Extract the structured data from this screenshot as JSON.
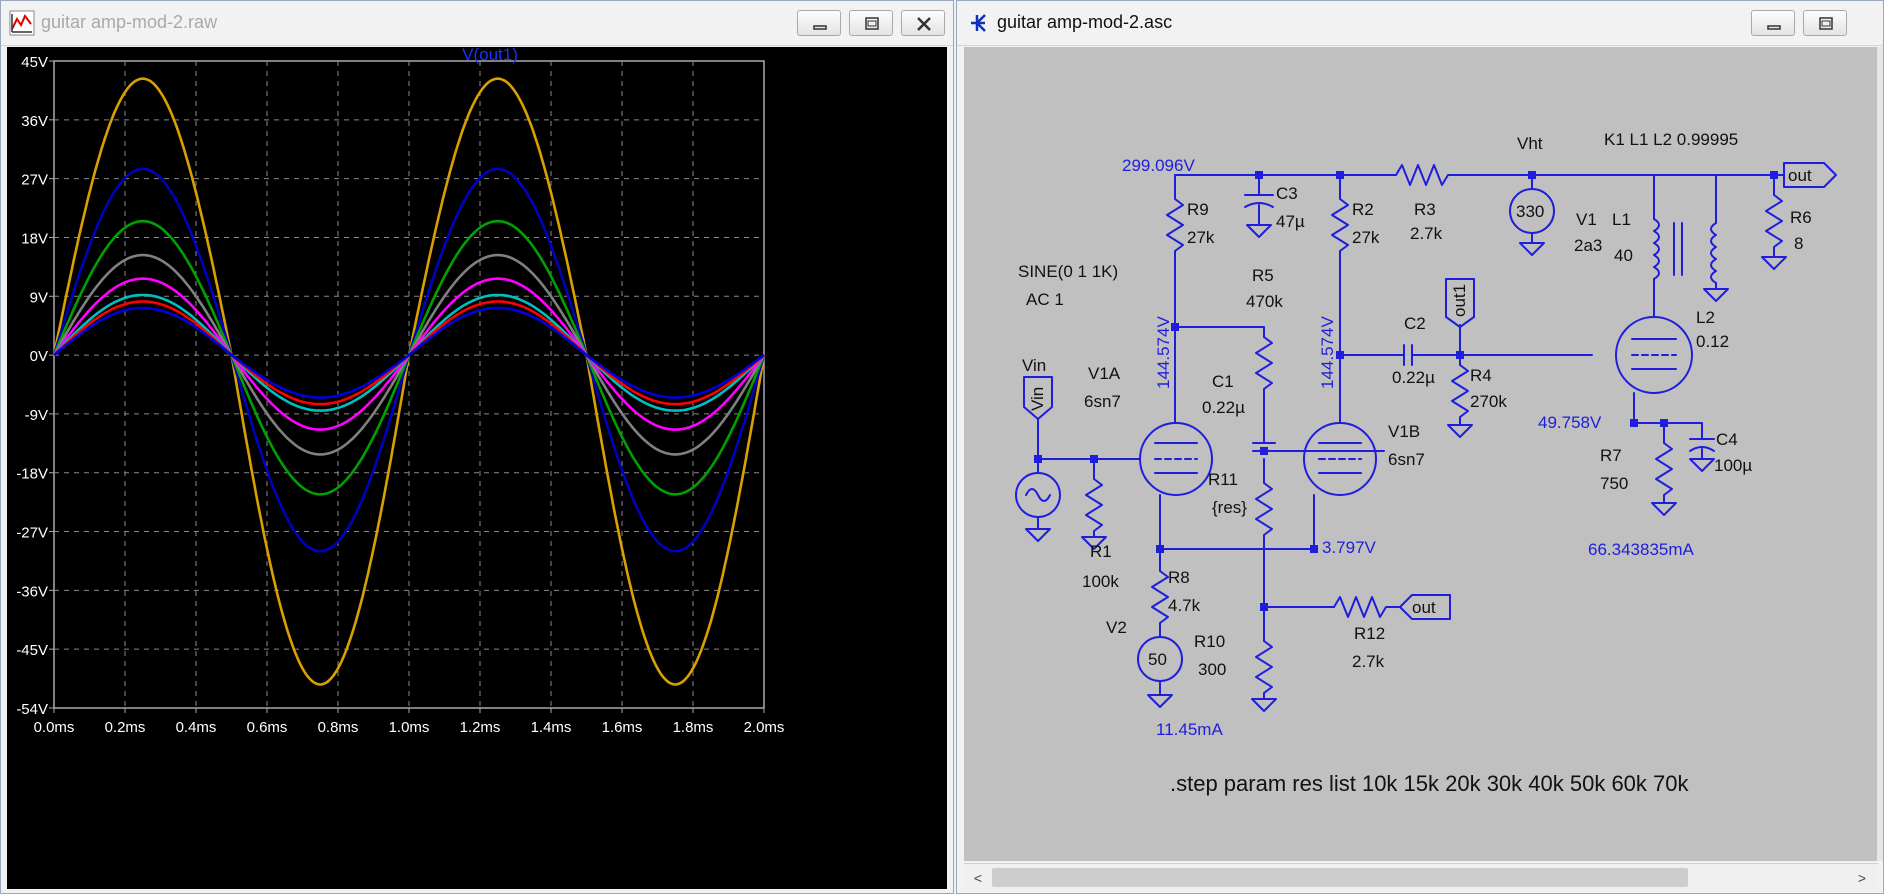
{
  "plot_window": {
    "title": "guitar amp-mod-2.raw",
    "trace_label": "V(out1)",
    "y_ticks": [
      "45V",
      "36V",
      "27V",
      "18V",
      "9V",
      "0V",
      "-9V",
      "-18V",
      "-27V",
      "-36V",
      "-45V",
      "-54V"
    ],
    "x_ticks": [
      "0.0ms",
      "0.2ms",
      "0.4ms",
      "0.6ms",
      "0.8ms",
      "1.0ms",
      "1.2ms",
      "1.4ms",
      "1.6ms",
      "1.8ms",
      "2.0ms"
    ]
  },
  "chart_data": {
    "type": "line",
    "title": "V(out1)",
    "xlabel": "",
    "ylabel": "",
    "xlim": [
      0,
      2.0
    ],
    "ylim": [
      -54,
      45
    ],
    "x_unit": "ms",
    "y_unit": "V",
    "grid": true,
    "frequency_khz": 1,
    "series": [
      {
        "color": "#0000dd",
        "max": 7.2,
        "min": -6.5
      },
      {
        "color": "#ff0000",
        "max": 8.2,
        "min": -7.5
      },
      {
        "color": "#00bfbf",
        "max": 9.2,
        "min": -8.5
      },
      {
        "color": "#ff00ff",
        "max": 11.7,
        "min": -11.4
      },
      {
        "color": "#808080",
        "max": 15.3,
        "min": -15.2
      },
      {
        "color": "#00a000",
        "max": 20.5,
        "min": -21.3
      },
      {
        "color": "#0000bf",
        "max": 28.5,
        "min": -30.0
      },
      {
        "color": "#d9a000",
        "max": 42.3,
        "min": -50.4
      }
    ]
  },
  "schematic_window": {
    "title": "guitar amp-mod-2.asc",
    "directive": ".step param res  list 10k 15k 20k 30k 40k 50k 60k 70k",
    "labels": {
      "v_node1": "299.096V",
      "v_node2": "144.574V",
      "v_node3": "144.574V",
      "v_node4": "49.758V",
      "v_node5": "3.797V",
      "i_v2": "11.45mA",
      "i_r7": "66.343835mA",
      "coupling": "K1 L1 L2 0.99995",
      "sine": "SINE(0 1 1K)",
      "ac": "AC 1",
      "vin": "Vin",
      "vin_flag": "Vin",
      "out1_flag": "out1",
      "out_flag1": "out",
      "out_flag2": "out",
      "v1a": "V1A",
      "v1a_val": "6sn7",
      "v1b": "V1B",
      "v1b_val": "6sn7",
      "v1": "V1",
      "v1_val": "2a3",
      "r1": "R1",
      "r1_val": "100k",
      "r2": "R2",
      "r2_val": "27k",
      "r3": "R3",
      "r3_val": "2.7k",
      "r4": "R4",
      "r4_val": "270k",
      "r5": "R5",
      "r5_val": "470k",
      "r6": "R6",
      "r6_val": "8",
      "r7": "R7",
      "r7_val": "750",
      "r8": "R8",
      "r8_val": "4.7k",
      "r9": "R9",
      "r9_val": "27k",
      "r10": "R10",
      "r10_val": "300",
      "r11": "R11",
      "r11_val": "{res}",
      "r12": "R12",
      "r12_val": "2.7k",
      "c1": "C1",
      "c1_val": "0.22µ",
      "c2": "C2",
      "c2_val": "0.22µ",
      "c3": "C3",
      "c3_val": "47µ",
      "c4": "C4",
      "c4_val": "100µ",
      "l1": "L1",
      "l1_val": "40",
      "l2": "L2",
      "l2_val": "0.12",
      "vht": "Vht",
      "vht_val": "330",
      "v2": "V2",
      "v2_val": "50"
    }
  }
}
